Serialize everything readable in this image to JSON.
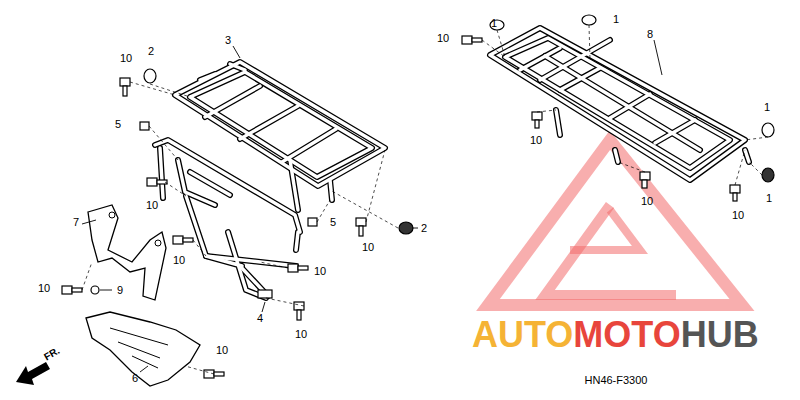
{
  "diagram": {
    "labels": [
      "10",
      "2",
      "3",
      "5",
      "10",
      "7",
      "5",
      "10",
      "2",
      "10",
      "10",
      "10",
      "9",
      "4",
      "10",
      "10",
      "6",
      "FR.",
      "1",
      "1",
      "10",
      "8",
      "10",
      "1",
      "10",
      "10",
      "1",
      "HN46-F3300",
      "AUTO",
      "MOTO",
      "HUB"
    ]
  }
}
